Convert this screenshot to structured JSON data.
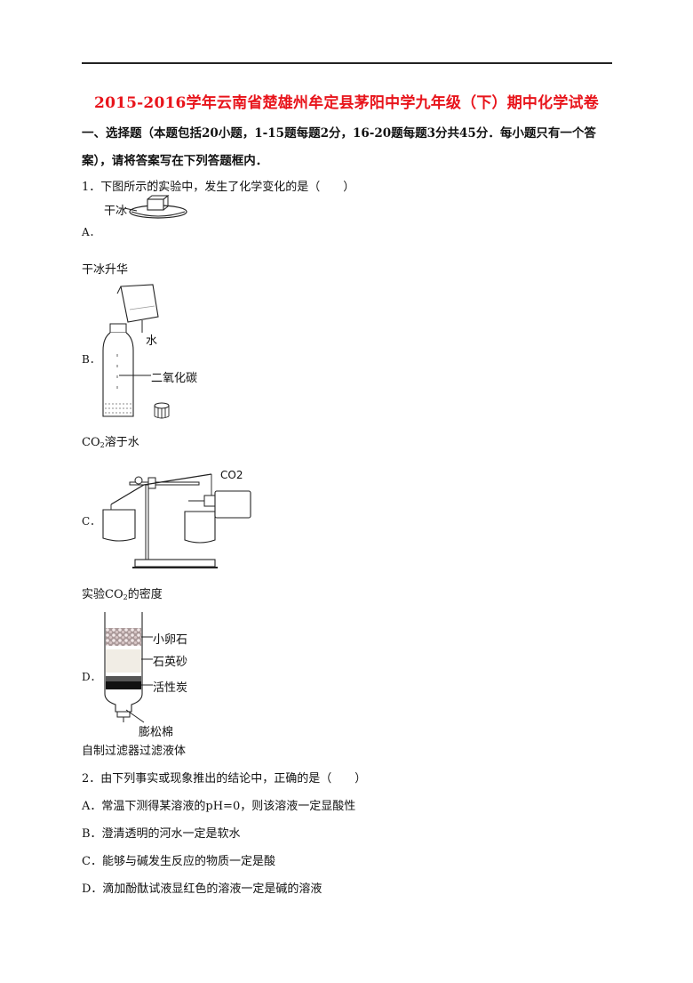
{
  "title": "2015-2016学年云南省楚雄州牟定县茅阳中学九年级（下）期中化学试卷",
  "section": {
    "line1": "一、选择题（本题包括20小题，1-15题每题2分，16-20题每题3分共45分．每小题只有一个答",
    "line2": "案），请将答案写在下列答题框内．"
  },
  "q1": {
    "stem": "1．下图所示的实验中，发生了化学变化的是（　　）",
    "A": {
      "letter": "A．",
      "fig_label": "干冰",
      "caption": "干冰升华"
    },
    "B": {
      "letter": "B．",
      "fig_water": "水",
      "fig_gas": "二氧化碳",
      "caption_prefix": "CO",
      "caption_sub": "2",
      "caption_suffix": "溶于水"
    },
    "C": {
      "letter": "C．",
      "fig_label": "CO2",
      "caption_prefix": "实验CO",
      "caption_sub": "2",
      "caption_suffix": "的密度"
    },
    "D": {
      "letter": "D．",
      "layer1": "小卵石",
      "layer2": "石英砂",
      "layer3": "活性炭",
      "layer4": "膨松棉",
      "caption": "自制过滤器过滤液体"
    }
  },
  "q2": {
    "stem": "2．由下列事实或现象推出的结论中，正确的是（　　）",
    "A": "A．常温下测得某溶液的pH=0，则该溶液一定显酸性",
    "B": "B．澄清透明的河水一定是软水",
    "C": "C．能够与碱发生反应的物质一定是酸",
    "D": "D．滴加酚酞试液显红色的溶液一定是碱的溶液"
  }
}
